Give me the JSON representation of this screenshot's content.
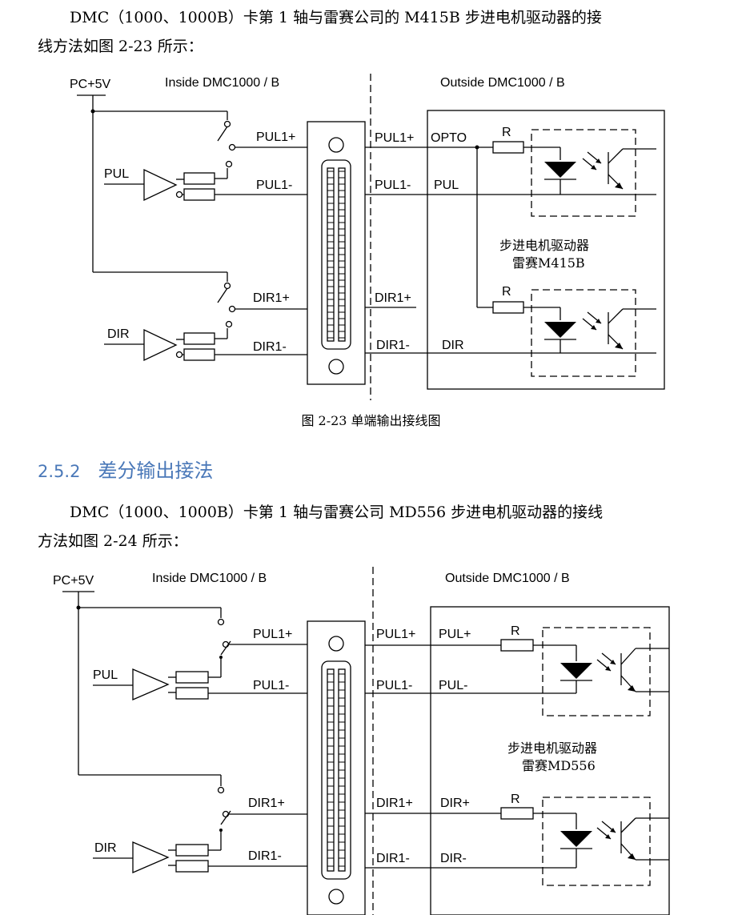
{
  "intro1": {
    "line1": "DMC（1000、1000B）卡第 1 轴与雷赛公司的 M415B 步进电机驱动器的接",
    "line2": "线方法如图 2-23 所示："
  },
  "figure1": {
    "caption": "图 2-23  单端输出接线图",
    "pc_label": "PC+5V",
    "inside_label": "Inside DMC1000 / B",
    "outside_label": "Outside DMC1000 / B",
    "pul_input": "PUL",
    "dir_input": "DIR",
    "left_pul_plus": "PUL1+",
    "left_pul_minus": "PUL1-",
    "left_dir_plus": "DIR1+",
    "left_dir_minus": "DIR1-",
    "right_pul_plus": "PUL1+",
    "right_pul_minus": "PUL1-",
    "right_dir_plus": "DIR1+",
    "right_dir_minus": "DIR1-",
    "term_top": "OPTO",
    "term_pul": "PUL",
    "term_dir": "DIR",
    "resistor_top": "R",
    "resistor_bottom": "R",
    "driver_line1": "步进电机驱动器",
    "driver_line2": "雷赛M415B"
  },
  "section": {
    "number": "2.5.2",
    "title": "差分输出接法"
  },
  "intro2": {
    "line1": "DMC（1000、1000B）卡第 1 轴与雷赛公司 MD556 步进电机驱动器的接线",
    "line2": "方法如图 2-24 所示："
  },
  "figure2": {
    "pc_label": "PC+5V",
    "inside_label": "Inside DMC1000 / B",
    "outside_label": "Outside DMC1000 / B",
    "pul_input": "PUL",
    "dir_input": "DIR",
    "left_pul_plus": "PUL1+",
    "left_pul_minus": "PUL1-",
    "left_dir_plus": "DIR1+",
    "left_dir_minus": "DIR1-",
    "right_pul_plus": "PUL1+",
    "right_pul_minus": "PUL1-",
    "right_dir_plus": "DIR1+",
    "right_dir_minus": "DIR1-",
    "term_pul_plus": "PUL+",
    "term_pul_minus": "PUL-",
    "term_dir_plus": "DIR+",
    "term_dir_minus": "DIR-",
    "resistor_top": "R",
    "resistor_bottom": "R",
    "driver_line1": "步进电机驱动器",
    "driver_line2": "雷赛MD556"
  }
}
